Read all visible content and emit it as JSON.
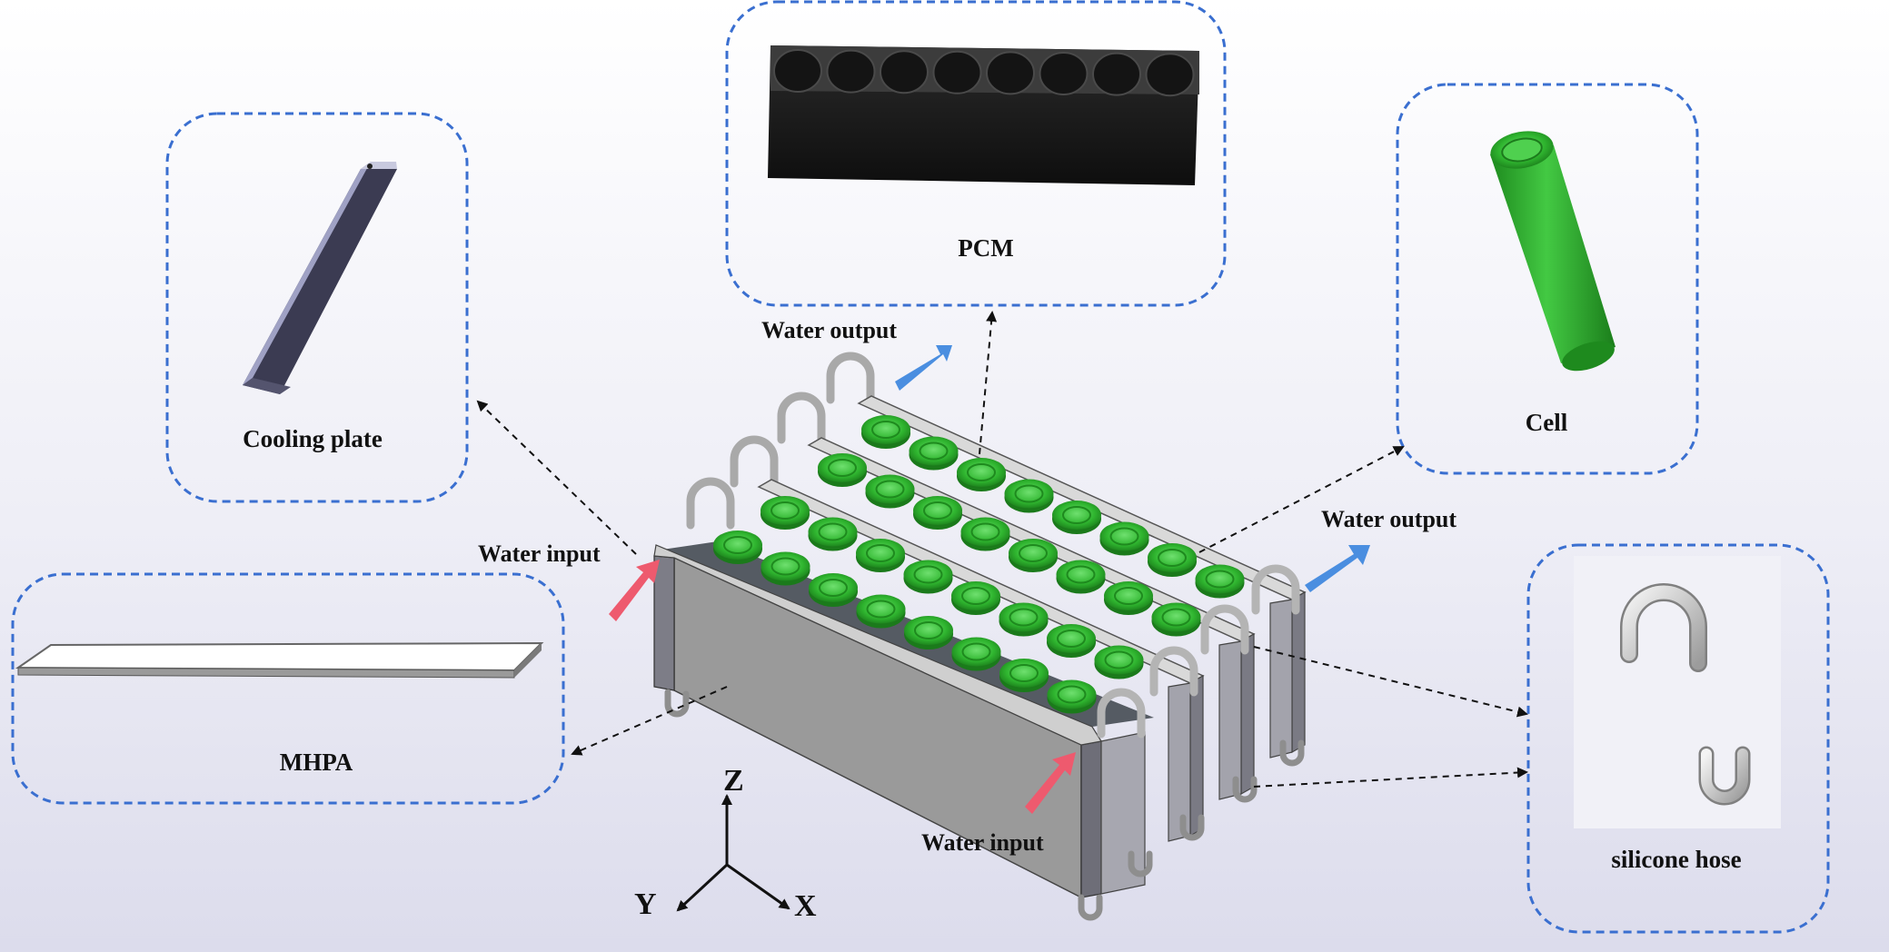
{
  "components": {
    "cooling_plate": "Cooling plate",
    "pcm": "PCM",
    "cell": "Cell",
    "mhpa": "MHPA",
    "silicone_hose": "silicone hose"
  },
  "flow_labels": {
    "water_output_top": "Water output",
    "water_output_right": "Water output",
    "water_input_left": "Water input",
    "water_input_bottom": "Water input"
  },
  "axes": {
    "z": "Z",
    "y": "Y",
    "x": "X"
  },
  "colors": {
    "callout_border": "#3a6fd0",
    "cell_green": "#2fb52f",
    "inlet_arrow": "#ee5a6e",
    "outlet_arrow": "#4a8ee0",
    "module_gray": "#9a9a9a",
    "pcm_black": "#1c1c1c"
  }
}
